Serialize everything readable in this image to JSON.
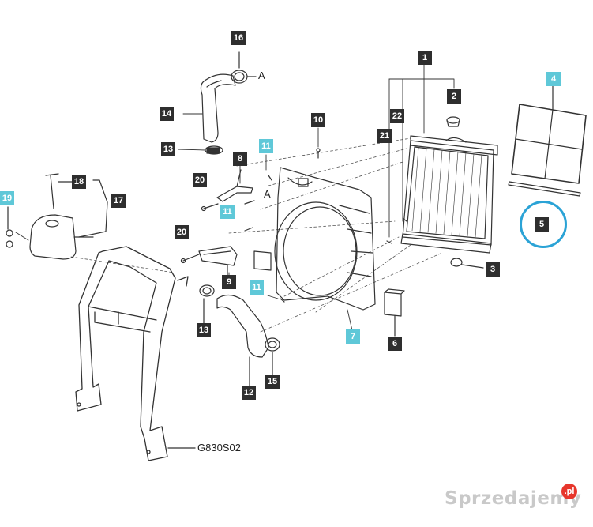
{
  "diagram": {
    "callouts": [
      {
        "id": "1",
        "style": "dark"
      },
      {
        "id": "2",
        "style": "dark"
      },
      {
        "id": "3",
        "style": "dark"
      },
      {
        "id": "4",
        "style": "cyan"
      },
      {
        "id": "5",
        "style": "dark"
      },
      {
        "id": "6",
        "style": "dark"
      },
      {
        "id": "7",
        "style": "cyan"
      },
      {
        "id": "8",
        "style": "dark"
      },
      {
        "id": "9",
        "style": "dark"
      },
      {
        "id": "10",
        "style": "dark"
      },
      {
        "id": "11",
        "style": "cyan"
      },
      {
        "id": "11",
        "style": "cyan"
      },
      {
        "id": "11",
        "style": "cyan"
      },
      {
        "id": "12",
        "style": "dark"
      },
      {
        "id": "13",
        "style": "dark"
      },
      {
        "id": "13",
        "style": "dark"
      },
      {
        "id": "14",
        "style": "dark"
      },
      {
        "id": "15",
        "style": "dark"
      },
      {
        "id": "16",
        "style": "dark"
      },
      {
        "id": "17",
        "style": "dark"
      },
      {
        "id": "18",
        "style": "dark"
      },
      {
        "id": "19",
        "style": "cyan"
      },
      {
        "id": "20",
        "style": "dark"
      },
      {
        "id": "20",
        "style": "dark"
      },
      {
        "id": "21",
        "style": "dark"
      },
      {
        "id": "22",
        "style": "dark"
      }
    ],
    "reference_labels": [
      "A",
      "A"
    ],
    "drawing_code": "G830S02",
    "watermark": "Sprzedajemy",
    "watermark_badge": ".pl",
    "colors": {
      "dark_callout": "#2e2e2e",
      "cyan_callout": "#5fc8d8",
      "highlight_ring": "#2ba3d6",
      "line": "#333333"
    }
  }
}
